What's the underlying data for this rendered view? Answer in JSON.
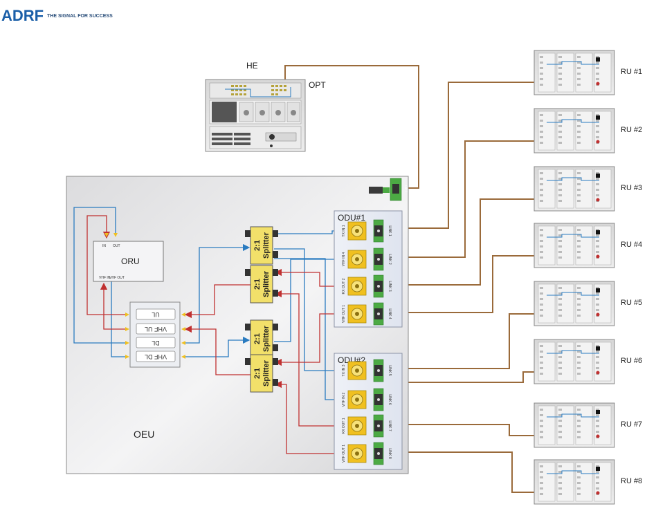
{
  "header": {
    "logo_text": "ADRF",
    "tagline": "THE SIGNAL FOR SUCCESS"
  },
  "he": {
    "label": "HE",
    "opt_label": "OPT"
  },
  "oeu": {
    "label": "OEU"
  },
  "oru": {
    "label": "ORU",
    "port_in": "IN",
    "port_out": "OUT",
    "port_vhf_in": "VHF IN",
    "port_vhf_out": "VHF OUT"
  },
  "duplexer_ports": [
    "UL",
    "VHF UL",
    "DL",
    "VHF DL"
  ],
  "splitters": [
    {
      "ratio": "2:1",
      "label": "Splitter"
    },
    {
      "ratio": "2:1",
      "label": "Splitter"
    },
    {
      "ratio": "2:1",
      "label": "Splitter"
    },
    {
      "ratio": "2:1",
      "label": "Splitter"
    }
  ],
  "odu1": {
    "label": "ODU#1",
    "rf_ports": [
      "TX IN 1",
      "VHF IN 4",
      "RX OUT 2",
      "VHF OUT 1"
    ],
    "link_ports": [
      "LINK 1",
      "LINK 2",
      "LINK 3",
      "LINK 4"
    ]
  },
  "odu2": {
    "label": "ODU#2",
    "rf_ports": [
      "TX IN 3",
      "VHF IN 2",
      "RX OUT 1",
      "VHF OUT 1"
    ],
    "link_ports": [
      "LINK 5",
      "LINK 6",
      "LINK 7",
      "LINK 8"
    ]
  },
  "oeu_opt_port": "OPT",
  "remote_units": [
    "RU #1",
    "RU #2",
    "RU #3",
    "RU #4",
    "RU #5",
    "RU #6",
    "RU #7",
    "RU #8"
  ],
  "colors": {
    "fiber": "#9a6a3a",
    "downlink": "#2a7bc0",
    "uplink": "#c03030",
    "splitter": "#f2e06a",
    "port_yellow": "#f0c020",
    "link_green": "#4caa44"
  }
}
